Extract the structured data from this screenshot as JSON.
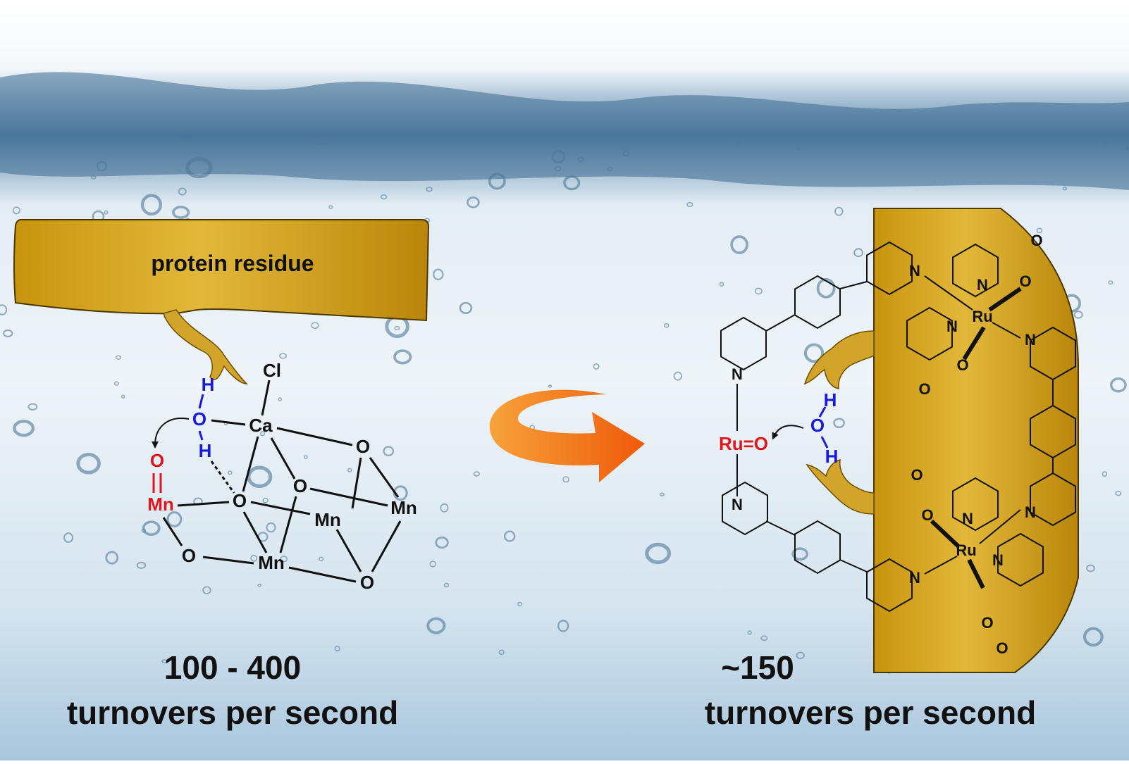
{
  "colors": {
    "protein_gold": "#d4a017",
    "oxo_red": "#e0161b",
    "water_blue": "#1a1adb",
    "arrow_orange": "#f26a10",
    "text": "#111111"
  },
  "left": {
    "protein_label": "protein residue",
    "water": {
      "h_top": "H",
      "o": "O",
      "h_bottom": "H"
    },
    "cluster": {
      "cl": "Cl",
      "ca": "Ca",
      "o_oxo": "O",
      "mn_oxo": "Mn",
      "o_center": "O",
      "o_inner": "O",
      "o_top_right": "O",
      "mn_mid": "Mn",
      "mn_right": "Mn",
      "o_bottom_left": "O",
      "mn_bottom": "Mn",
      "o_bottom_right": "O"
    },
    "rate_value": "100 - 400",
    "rate_unit": "turnovers per second"
  },
  "right": {
    "ru_oxo": "Ru=O",
    "water": {
      "h_top": "H",
      "o": "O",
      "h_bottom": "H"
    },
    "atoms": {
      "n_axial_top": "N",
      "n_axial_bottom": "N",
      "n_top_pyr": "N",
      "n_top_bpy": "N",
      "o_top_carboxyl": "O",
      "o_top_carbonyl": "O",
      "ru_top": "Ru",
      "n_top_bpy2": "N",
      "o_top_carboxyl2": "O",
      "o_top_carbonyl2": "O",
      "n_right_top": "N",
      "n_right_bottom": "N",
      "o_bot_carbonyl": "O",
      "o_bot_carboxyl": "O",
      "n_bot_bpy": "N",
      "ru_bottom": "Ru",
      "n_bot_bpy2": "N",
      "n_bot_pyr": "N",
      "o_bot_carboxyl2": "O",
      "o_bot_carbonyl2": "O"
    },
    "rate_value": "~150",
    "rate_unit": "turnovers per second"
  }
}
